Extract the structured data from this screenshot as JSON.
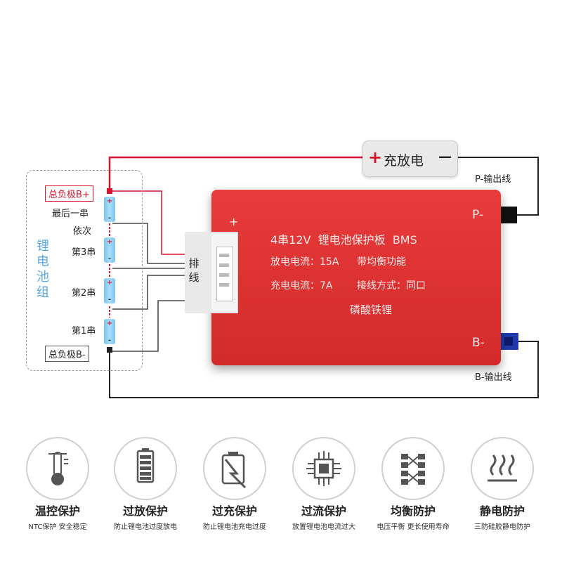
{
  "pack": {
    "title": "锂电池组",
    "total_pos": "总负极B+",
    "last_series": "最后一串",
    "in_order": "依次",
    "series3": "第3串",
    "series2": "第2串",
    "series1": "第1串",
    "total_neg": "总负极B-"
  },
  "cell_plus": "+",
  "cell_minus": "-",
  "connector": {
    "label": "排线"
  },
  "charge_discharge": {
    "plus": "+",
    "label": "充放电",
    "minus": "—"
  },
  "p_output": "P-输出线",
  "b_output": "B-输出线",
  "board": {
    "plus": "+",
    "minus": "-",
    "title": "4串12V  锂电池保护板  BMS",
    "discharge": "放电电流：15A",
    "balance": "带均衡功能",
    "charge": "充电电流：7A",
    "wiring": "接线方式：同口",
    "chemistry": "磷酸铁锂",
    "p_minus": "P-",
    "b_minus": "B-"
  },
  "features": [
    {
      "icon": "thermometer-icon",
      "title": "温控保护",
      "sub": "NTC保护 安全稳定"
    },
    {
      "icon": "battery-full-icon",
      "title": "过放保护",
      "sub": "防止锂电池过度放电"
    },
    {
      "icon": "battery-lightning-icon",
      "title": "过充保护",
      "sub": "防止锂电池充电过度"
    },
    {
      "icon": "chip-icon",
      "title": "过流保护",
      "sub": "放置锂电池电流过大"
    },
    {
      "icon": "balance-icon",
      "title": "均衡防护",
      "sub": "电压平衡 更长使用寿命"
    },
    {
      "icon": "heat-waves-icon",
      "title": "静电防护",
      "sub": "三防硅胶静电防护"
    }
  ],
  "colors": {
    "board": "#d42a2a",
    "wire_red": "#d8142b",
    "cell": "#7cc4ee",
    "title_blue": "#5aa9e6"
  }
}
